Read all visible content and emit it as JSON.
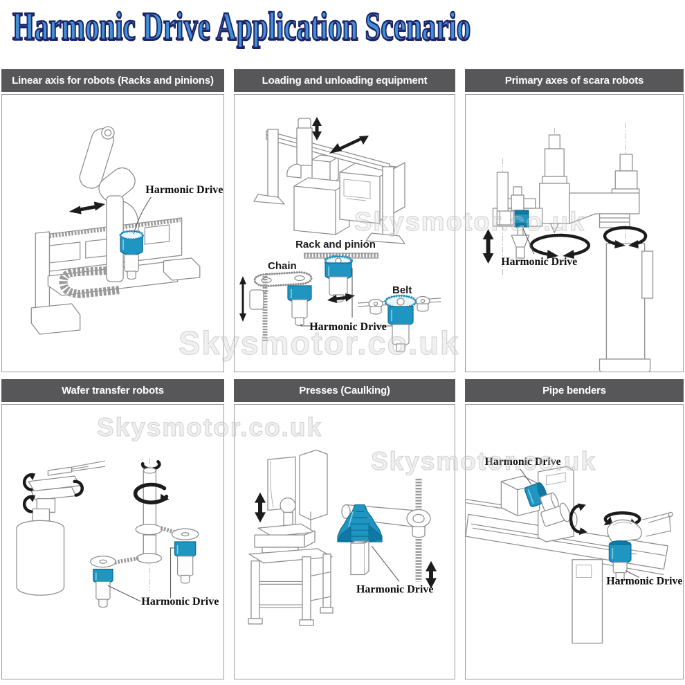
{
  "title": "Harmonic Drive Application Scenario",
  "watermark_text": "Skysmotor.co.uk",
  "colors": {
    "accent_blue": "#1f95c2",
    "accent_blue_dark": "#0e79a5",
    "header_bg": "#57575a",
    "title_blue": "#4291d8",
    "title_outline": "#1c2366"
  },
  "panels": [
    {
      "header": "Linear axis for robots (Racks and pinions)",
      "labels": {
        "drive": "Harmonic Drive"
      }
    },
    {
      "header": "Loading and unloading equipment",
      "labels": {
        "chain": "Chain",
        "rack": "Rack and pinion",
        "belt": "Belt",
        "drive": "Harmonic Drive"
      }
    },
    {
      "header": "Primary axes of scara robots",
      "labels": {
        "drive": "Harmonic Drive"
      }
    },
    {
      "header": "Wafer transfer robots",
      "labels": {
        "drive": "Harmonic Drive"
      }
    },
    {
      "header": "Presses (Caulking)",
      "labels": {
        "drive": "Harmonic Drive"
      }
    },
    {
      "header": "Pipe benders",
      "labels": {
        "drive": "Harmonic Drive",
        "drive2": "Harmonic Drive"
      }
    }
  ]
}
